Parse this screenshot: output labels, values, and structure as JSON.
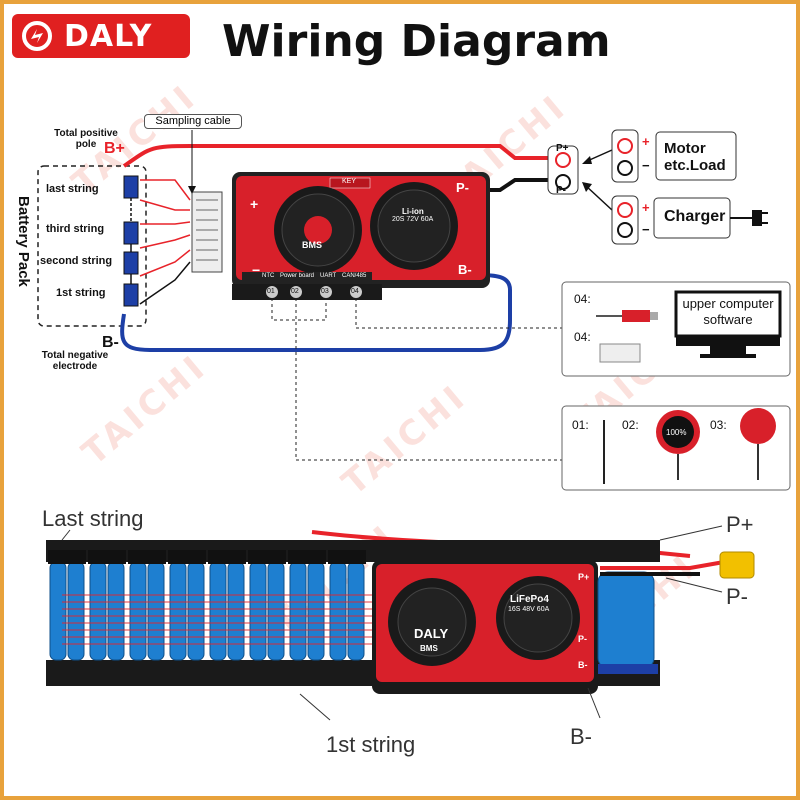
{
  "brand": {
    "name": "DALY",
    "color": "#e02020"
  },
  "title": "Wiring Diagram",
  "watermark": "TAICHI",
  "top_diagram": {
    "sampling_cable": "Sampling cable",
    "total_positive": "Total positive pole",
    "b_plus": "B+",
    "battery_pack": "Battery Pack",
    "strings": [
      "last string",
      "third string",
      "second string",
      "1st string"
    ],
    "b_minus": "B-",
    "total_negative": "Total negative electrode",
    "bms": {
      "key": "KEY",
      "plus": "+",
      "minus": "−",
      "b_minus": "B-",
      "p_minus": "P-",
      "fan_label": "BMS",
      "spec_title": "Li-ion",
      "spec_line": "20S 72V 60A",
      "ports": [
        "NTC",
        "Power board",
        "UART",
        "CAN/485"
      ],
      "port_numbers": [
        "01",
        "02",
        "03",
        "04"
      ]
    },
    "output": {
      "p_plus": "P+",
      "p_minus": "P-",
      "motor_label": "Motor etc.Load",
      "charger_label": "Charger",
      "plus": "+",
      "minus": "−"
    },
    "comm_box": {
      "label_04a": "04:",
      "label_04b": "04:",
      "software": "upper computer software"
    },
    "acc_box": {
      "label_01": "01:",
      "label_02": "02:",
      "label_03": "03:",
      "display": "100%"
    }
  },
  "bottom_diagram": {
    "last_string": "Last string",
    "first_string": "1st string",
    "p_plus": "P+",
    "p_minus": "P-",
    "b_minus": "B-",
    "bms_spec_title": "LiFePo4",
    "bms_spec_line": "16S 48V 60A",
    "brand": "DALY",
    "fan_label": "BMS",
    "p_plus_mark": "P+",
    "p_minus_mark": "P-",
    "b_minus_mark": "B-"
  },
  "colors": {
    "positive_wire": "#e8232a",
    "negative_wire": "#1d3fa6",
    "cell_blue": "#1e7fd0",
    "bms_red": "#d8202a",
    "orange_border": "#e8a23c"
  }
}
